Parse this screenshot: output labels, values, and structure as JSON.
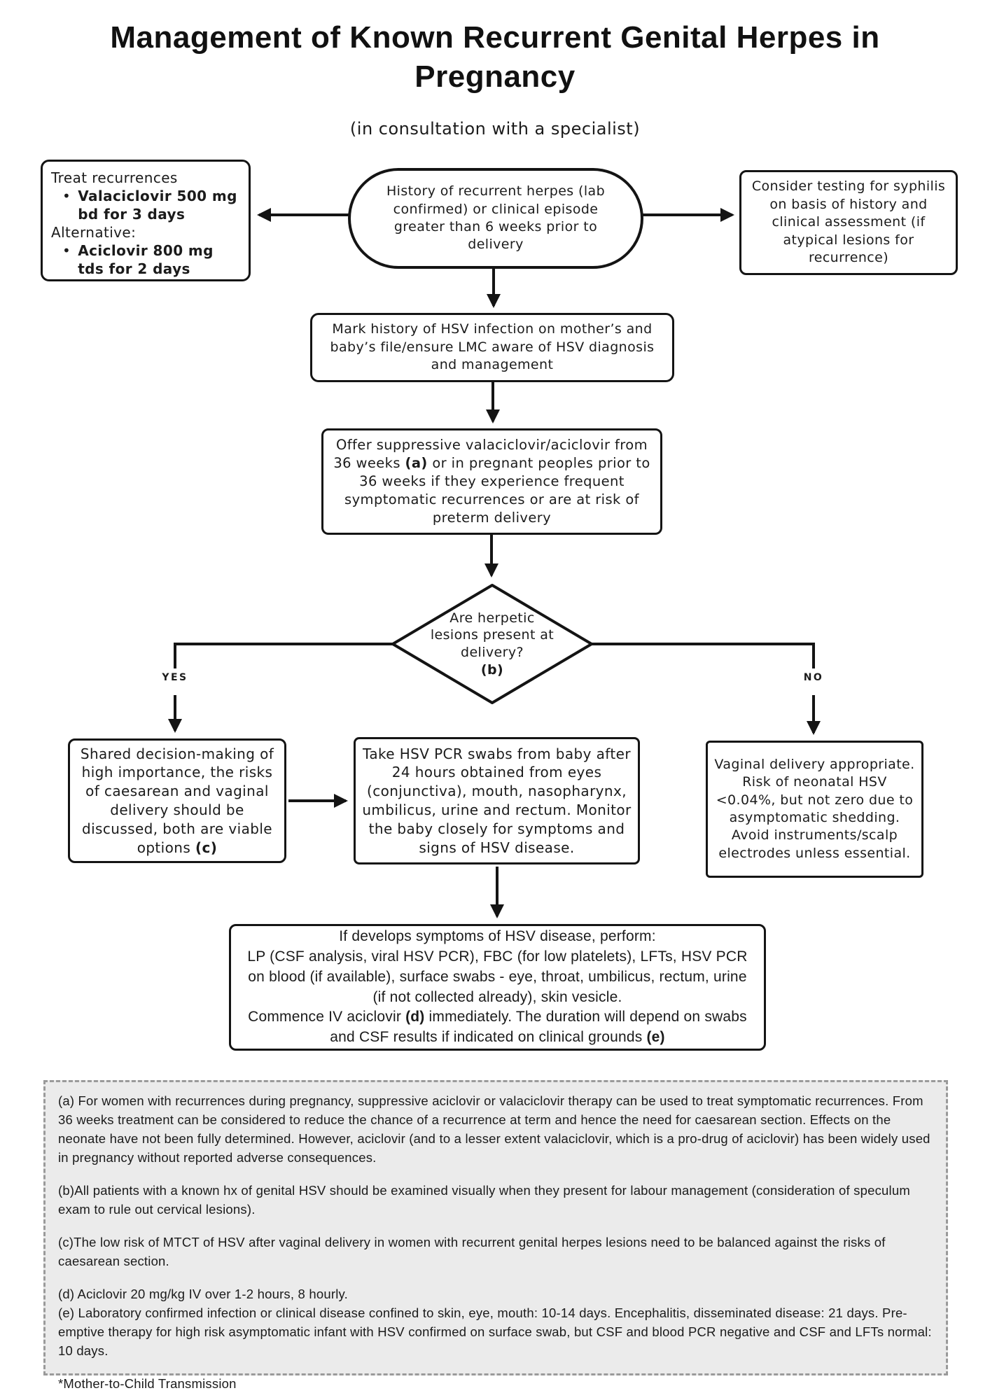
{
  "page": {
    "title_lines": [
      "Management of Known Recurrent Genital Herpes in",
      "Pregnancy"
    ],
    "subtitle": "(in consultation with a specialist)"
  },
  "nodes": {
    "treat": {
      "intro": "Treat recurrences",
      "bullet": "•",
      "drug1": "Valaciclovir 500 mg bd for 3 days",
      "alt_label": "Alternative:",
      "drug2": "Aciclovir 800 mg tds for 2 days"
    },
    "history": "History of recurrent herpes (lab confirmed) or clinical episode greater than 6 weeks prior to delivery",
    "syphilis": "Consider testing for syphilis on basis of history and clinical assessment (if atypical lesions for recurrence)",
    "mark": "Mark history of HSV infection on mother’s and baby’s file/ensure LMC aware of HSV diagnosis and management",
    "offer": {
      "pre": "Offer suppressive valaciclovir/aciclovir from 36 weeks ",
      "ref": "(a)",
      "post": " or in pregnant peoples prior to 36 weeks if they experience frequent symptomatic recurrences or are at risk of preterm delivery"
    },
    "decision": {
      "question": "Are herpetic lesions present at delivery?",
      "ref": "(b)"
    },
    "yes_label": "YES",
    "no_label": "NO",
    "shared": {
      "pre": "Shared decision-making of high importance, the risks of caesarean and vaginal delivery should be discussed, both are viable options ",
      "ref": "(c)"
    },
    "swabs": "Take HSV PCR swabs from baby after 24 hours obtained from eyes (conjunctiva), mouth, nasopharynx, umbilicus, urine and rectum. Monitor the baby closely for symptoms and signs of HSV disease.",
    "vaginal": "Vaginal delivery appropriate. Risk of neonatal HSV <0.04%, but not zero due to asymptomatic shedding. Avoid instruments/scalp electrodes unless essential.",
    "symptoms": {
      "line1": "If develops symptoms of HSV disease, perform:",
      "line2": "LP (CSF analysis, viral HSV PCR), FBC (for low platelets), LFTs, HSV PCR on blood (if available), surface swabs - eye, throat, umbilicus, rectum, urine (if not collected already), skin vesicle.",
      "line3_pre": "Commence IV aciclovir ",
      "ref_d": "(d)",
      "line3_mid": " immediately. The duration will depend on swabs and CSF results if indicated on clinical grounds ",
      "ref_e": "(e)"
    }
  },
  "footnotes": {
    "a": "(a) For women with recurrences during pregnancy, suppressive aciclovir or valaciclovir therapy can be used to treat symptomatic recurrences. From 36 weeks treatment can be considered to reduce the chance of a recurrence at term and hence the need for caesarean section. Effects on the neonate have not been fully determined.  However, aciclovir (and to a lesser extent valaciclovir, which is a pro-drug of aciclovir) has been widely used in pregnancy without reported adverse consequences.",
    "b": "(b)All patients with a known hx of genital HSV should be examined visually when they present for labour management (consideration of speculum exam to rule out cervical lesions).",
    "c": "(c)The low risk of MTCT of HSV after vaginal delivery in women with recurrent genital herpes lesions need to be balanced against the risks of caesarean section.",
    "d": "(d) Aciclovir 20 mg/kg IV over 1-2 hours, 8 hourly.",
    "e": "(e) Laboratory confirmed infection or clinical disease confined to skin, eye, mouth: 10-14 days. Encephalitis, disseminated disease: 21 days. Pre-emptive therapy for high risk asymptomatic infant with HSV confirmed on surface swab, but CSF and blood PCR negative and CSF and LFTs normal: 10 days.",
    "note": "*Mother-to-Child Transmission"
  },
  "colors": {
    "text": "#1b1b1b",
    "border": "#141414",
    "background": "#ffffff",
    "footnote_bg": "#ebebeb",
    "footnote_border": "#9a9a9a"
  }
}
